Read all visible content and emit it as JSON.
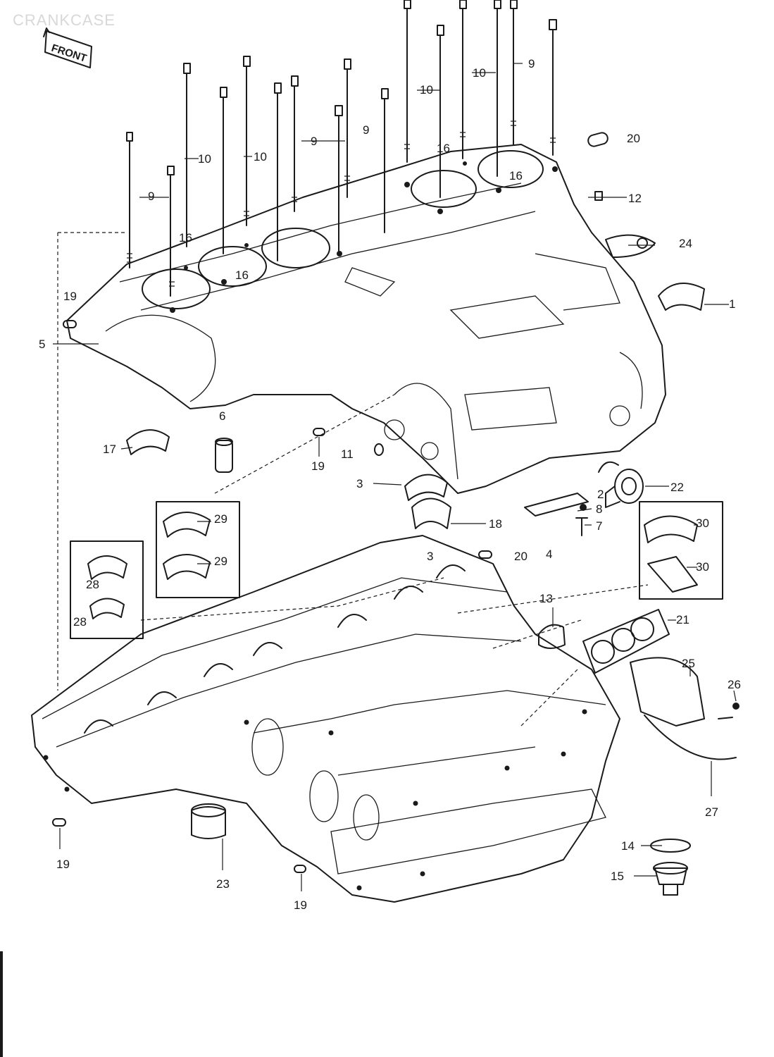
{
  "header": {
    "ghost_title": "CRANKCASE",
    "front_badge": "FRONT"
  },
  "callouts": [
    {
      "id": "c1",
      "text": "1"
    },
    {
      "id": "c2",
      "text": "2"
    },
    {
      "id": "c3",
      "text": "3"
    },
    {
      "id": "c3b",
      "text": "3"
    },
    {
      "id": "c4",
      "text": "4"
    },
    {
      "id": "c5",
      "text": "5"
    },
    {
      "id": "c6",
      "text": "6"
    },
    {
      "id": "c7",
      "text": "7"
    },
    {
      "id": "c8",
      "text": "8"
    },
    {
      "id": "c9a",
      "text": "9"
    },
    {
      "id": "c9b",
      "text": "9"
    },
    {
      "id": "c9c",
      "text": "9"
    },
    {
      "id": "c9d",
      "text": "9"
    },
    {
      "id": "c10a",
      "text": "10"
    },
    {
      "id": "c10b",
      "text": "10"
    },
    {
      "id": "c10c",
      "text": "10"
    },
    {
      "id": "c10d",
      "text": "10"
    },
    {
      "id": "c11",
      "text": "11"
    },
    {
      "id": "c12",
      "text": "12"
    },
    {
      "id": "c13",
      "text": "13"
    },
    {
      "id": "c14",
      "text": "14"
    },
    {
      "id": "c15",
      "text": "15"
    },
    {
      "id": "c16a",
      "text": "16"
    },
    {
      "id": "c16b",
      "text": "16"
    },
    {
      "id": "c16c",
      "text": "16"
    },
    {
      "id": "c16d",
      "text": "16"
    },
    {
      "id": "c17",
      "text": "17"
    },
    {
      "id": "c18",
      "text": "18"
    },
    {
      "id": "c19a",
      "text": "19"
    },
    {
      "id": "c19b",
      "text": "19"
    },
    {
      "id": "c19c",
      "text": "19"
    },
    {
      "id": "c19d",
      "text": "19"
    },
    {
      "id": "c20a",
      "text": "20"
    },
    {
      "id": "c20b",
      "text": "20"
    },
    {
      "id": "c21",
      "text": "21"
    },
    {
      "id": "c22",
      "text": "22"
    },
    {
      "id": "c23",
      "text": "23"
    },
    {
      "id": "c24",
      "text": "24"
    },
    {
      "id": "c25",
      "text": "25"
    },
    {
      "id": "c26",
      "text": "26"
    },
    {
      "id": "c27",
      "text": "27"
    },
    {
      "id": "c28a",
      "text": "28"
    },
    {
      "id": "c28b",
      "text": "28"
    },
    {
      "id": "c29a",
      "text": "29"
    },
    {
      "id": "c29b",
      "text": "29"
    },
    {
      "id": "c30a",
      "text": "30"
    },
    {
      "id": "c30b",
      "text": "30"
    }
  ]
}
